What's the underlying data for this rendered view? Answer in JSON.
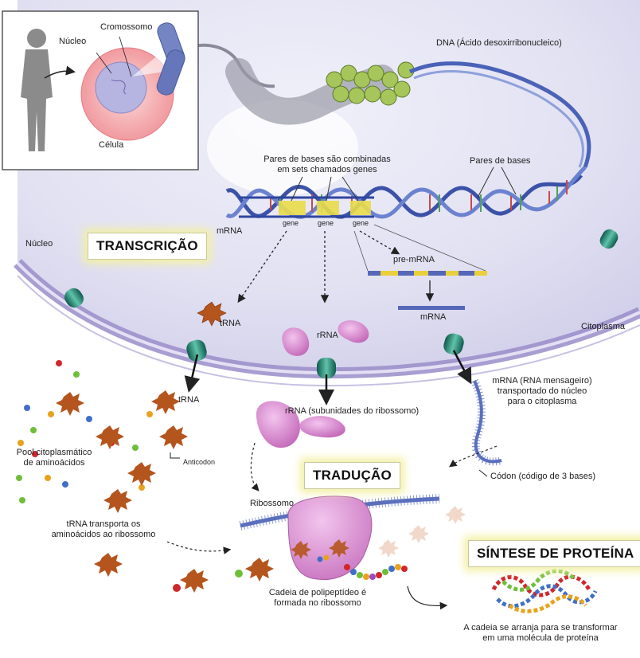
{
  "inset": {
    "nucleus_label": "Núcleo",
    "chromosome_label": "Cromossomo",
    "cell_label": "Célula"
  },
  "dna": {
    "label": "DNA (Ácido desoxirribonucleico)",
    "genes_caption_line1": "Pares de bases são combinadas",
    "genes_caption_line2": "em sets chamados genes",
    "base_pairs_label": "Pares de bases",
    "mrna_label": "mRNA",
    "gene_labels": [
      "gene",
      "gene",
      "gene"
    ]
  },
  "regions": {
    "nucleus": "Núcleo",
    "cytoplasm": "Citoplasma"
  },
  "boxes": {
    "transcription": "TRANSCRIÇÃO",
    "translation": "TRADUÇÃO",
    "protein_synthesis": "SÍNTESE DE PROTEÍNA"
  },
  "inside": {
    "trna": "tRNA",
    "rrna": "rRNA",
    "pre_mrna": "pre-mRNA",
    "mrna": "mRNA"
  },
  "outside": {
    "trna": "tRNA",
    "anticodon": "Anticodon",
    "pool_line1": "Pool citoplasmático",
    "pool_line2": "de aminoácidos",
    "rrna_subunits": "rRNA (subunidades do ribossomo)",
    "mrna_transport_line1": "mRNA (RNA mensageiro)",
    "mrna_transport_line2": "transportado do núcleo",
    "mrna_transport_line3": "para o citoplasma",
    "codon": "Códon (código de 3 bases)",
    "ribosome": "Ribossomo",
    "trna_transport_line1": "tRNA transporta os",
    "trna_transport_line2": "aminoácidos ao ribossomo",
    "polypeptide_line1": "Cadeia de polipeptídeo é",
    "polypeptide_line2": "formada no ribossomo",
    "protein_line1": "A cadeia se arranja para se transformar",
    "protein_line2": "em uma molécula de proteína"
  },
  "colors": {
    "nucleus_fill": "#dcdcef",
    "membrane": "#9a8dc9",
    "pore": "#1e7f6e",
    "dna_blue": "#4a62b8",
    "gene_yellow": "#e9dc4a",
    "trna_orange": "#b5551e",
    "rrna_pink": "#d98ad0",
    "highlight": "#f3f0a6"
  }
}
